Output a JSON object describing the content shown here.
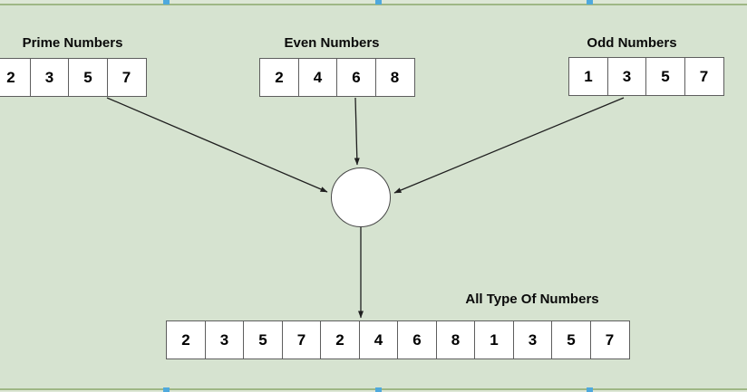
{
  "canvas": {
    "background_color": "#d6e3d0",
    "outside_color": "#dde7d6",
    "selection_border_color": "#9fb785",
    "selection_handle_color": "#4fa9dd",
    "shape_border_color": "#5e5e5e",
    "circle_border_color": "#474747",
    "cell_fill_color": "#ffffff",
    "arrow_color": "#1f1f1f",
    "text_color": "#000000"
  },
  "arrays": {
    "prime": {
      "label": "Prime Numbers",
      "values": [
        "2",
        "3",
        "5",
        "7"
      ]
    },
    "even": {
      "label": "Even Numbers",
      "values": [
        "2",
        "4",
        "6",
        "8"
      ]
    },
    "odd": {
      "label": "Odd Numbers",
      "values": [
        "1",
        "3",
        "5",
        "7"
      ]
    },
    "all": {
      "label": "All Type Of Numbers",
      "values": [
        "2",
        "3",
        "5",
        "7",
        "2",
        "4",
        "6",
        "8",
        "1",
        "3",
        "5",
        "7"
      ]
    }
  }
}
